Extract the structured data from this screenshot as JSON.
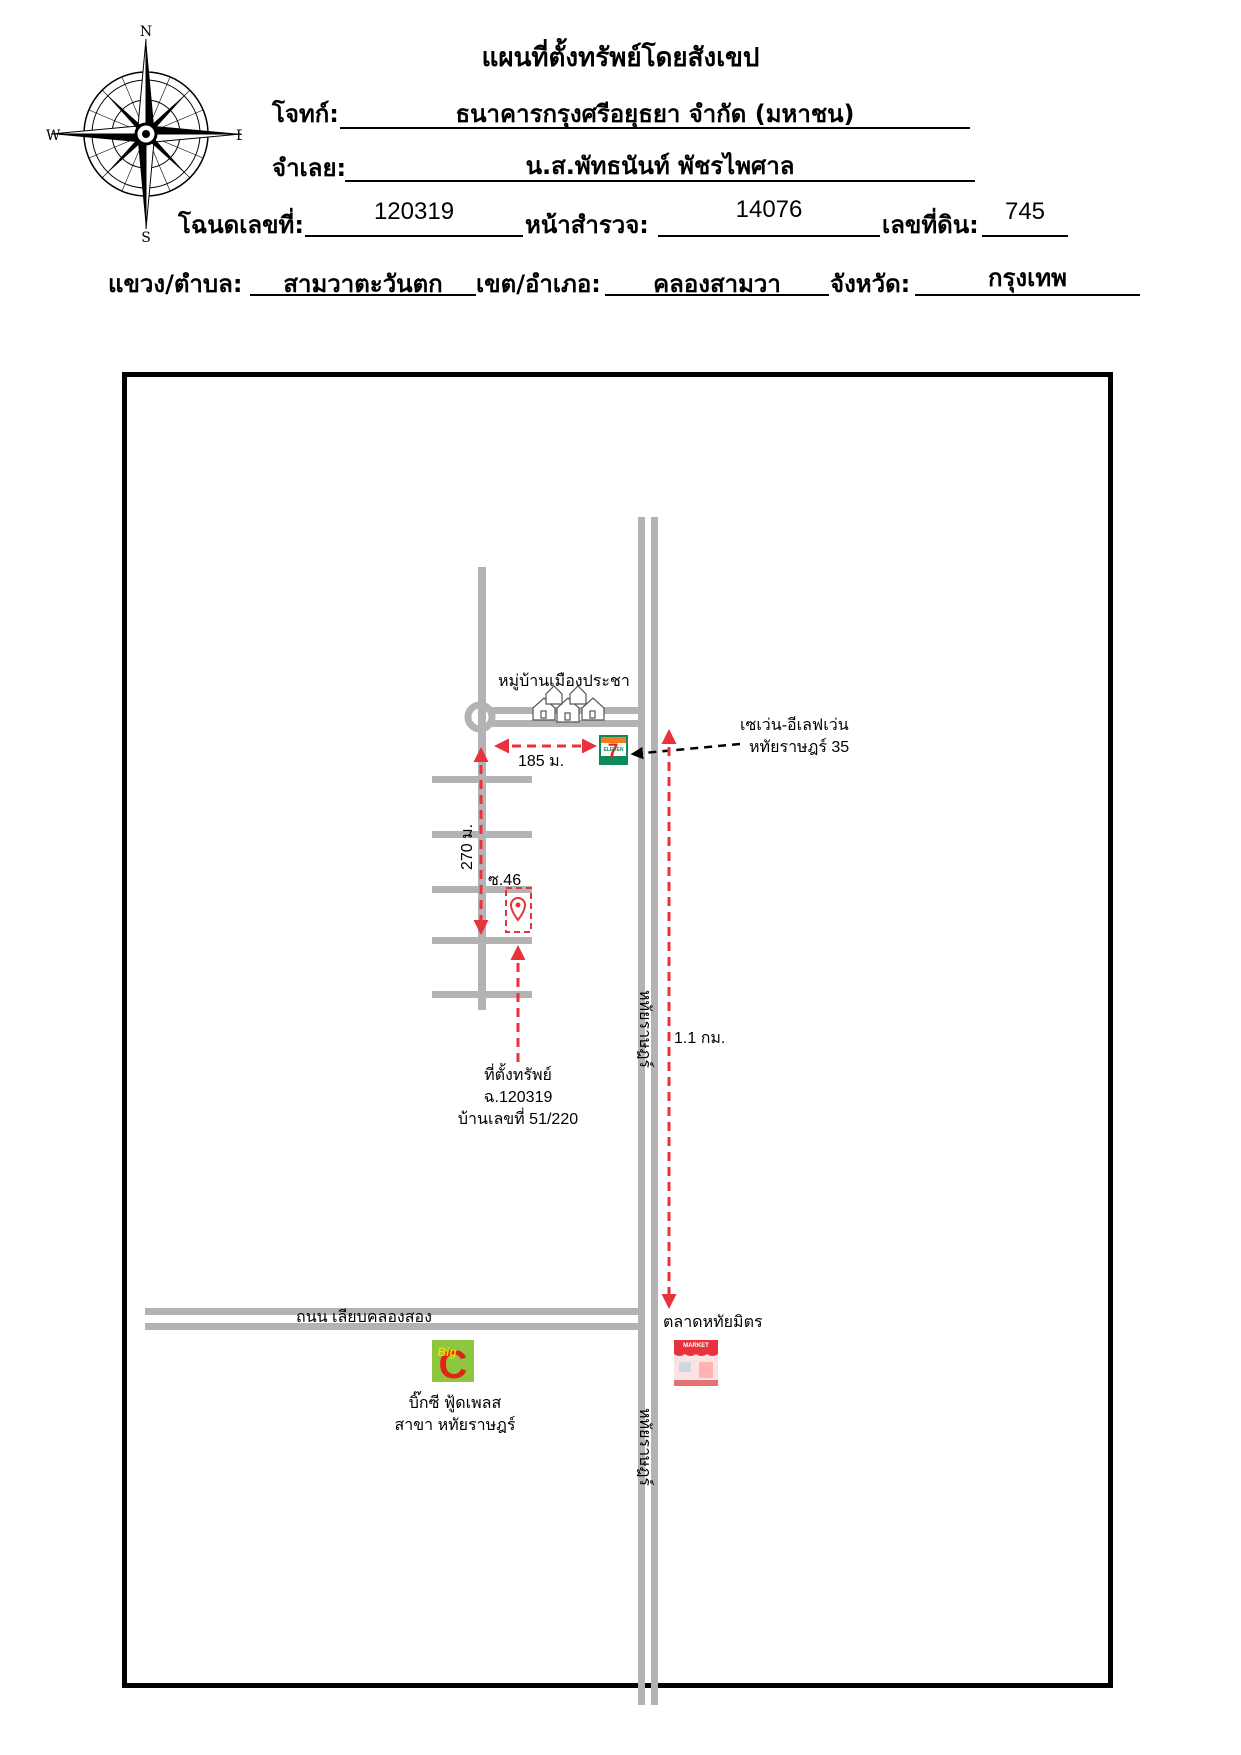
{
  "header": {
    "title": "แผนที่ตั้งทรัพย์โดยสังเขป",
    "plaintiff_label": "โจทก์:",
    "plaintiff_value": "ธนาคารกรุงศรีอยุธยา จำกัด (มหาชน)",
    "defendant_label": "จำเลย:",
    "defendant_value": "น.ส.พัทธนันท์ พัชรไพศาล",
    "deed_label": "โฉนดเลขที่:",
    "deed_value": "120319",
    "survey_label": "หน้าสำรวจ:",
    "survey_value": "14076",
    "land_no_label": "เลขที่ดิน:",
    "land_no_value": "745",
    "subdistrict_label": "แขวง/ตำบล:",
    "subdistrict_value": "สามวาตะวันตก",
    "district_label": "เขต/อำเภอ:",
    "district_value": "คลองสามวา",
    "province_label": "จังหวัด:",
    "province_value": "กรุงเทพ"
  },
  "compass": {
    "north": "N",
    "south": "S",
    "east": "E",
    "west": "W"
  },
  "map": {
    "village_label": "หมู่บ้านเมืองประชา",
    "seven_label_line1": "เซเว่น-อีเลฟเว่น",
    "seven_label_line2": "หทัยราษฎร์ 35",
    "dist_185": "185 ม.",
    "dist_270": "270 ม.",
    "soi_label": "ซ.46",
    "property_line1": "ที่ตั้งทรัพย์",
    "property_line2": "ฉ.120319",
    "property_line3": "บ้านเลขที่ 51/220",
    "main_road_label_upper": "หทัยราษฎร์",
    "main_road_label_lower": "หทัยราษฎร์",
    "dist_1_1": "1.1 กม.",
    "cross_road_label": "ถนน เลียบคลองสอง",
    "market_label": "ตลาดหทัยมิตร",
    "market_icon_text": "MARKET",
    "bigc_line1": "บิ๊กซี ฟู้ดเพลส",
    "bigc_line2": "สาขา หทัยราษฎร์",
    "bigc_logo_small": "Big",
    "bigc_logo_big": "C",
    "seven_logo_text": "7",
    "seven_logo_small": "ELEVEN"
  },
  "colors": {
    "road": "#b3b3b3",
    "arrow": "#e8323c",
    "seven_green": "#0d8a57",
    "seven_orange": "#f47b20",
    "bigc_green": "#8dc63f",
    "bigc_red": "#e2231a",
    "bigc_yellow": "#fdd400"
  }
}
